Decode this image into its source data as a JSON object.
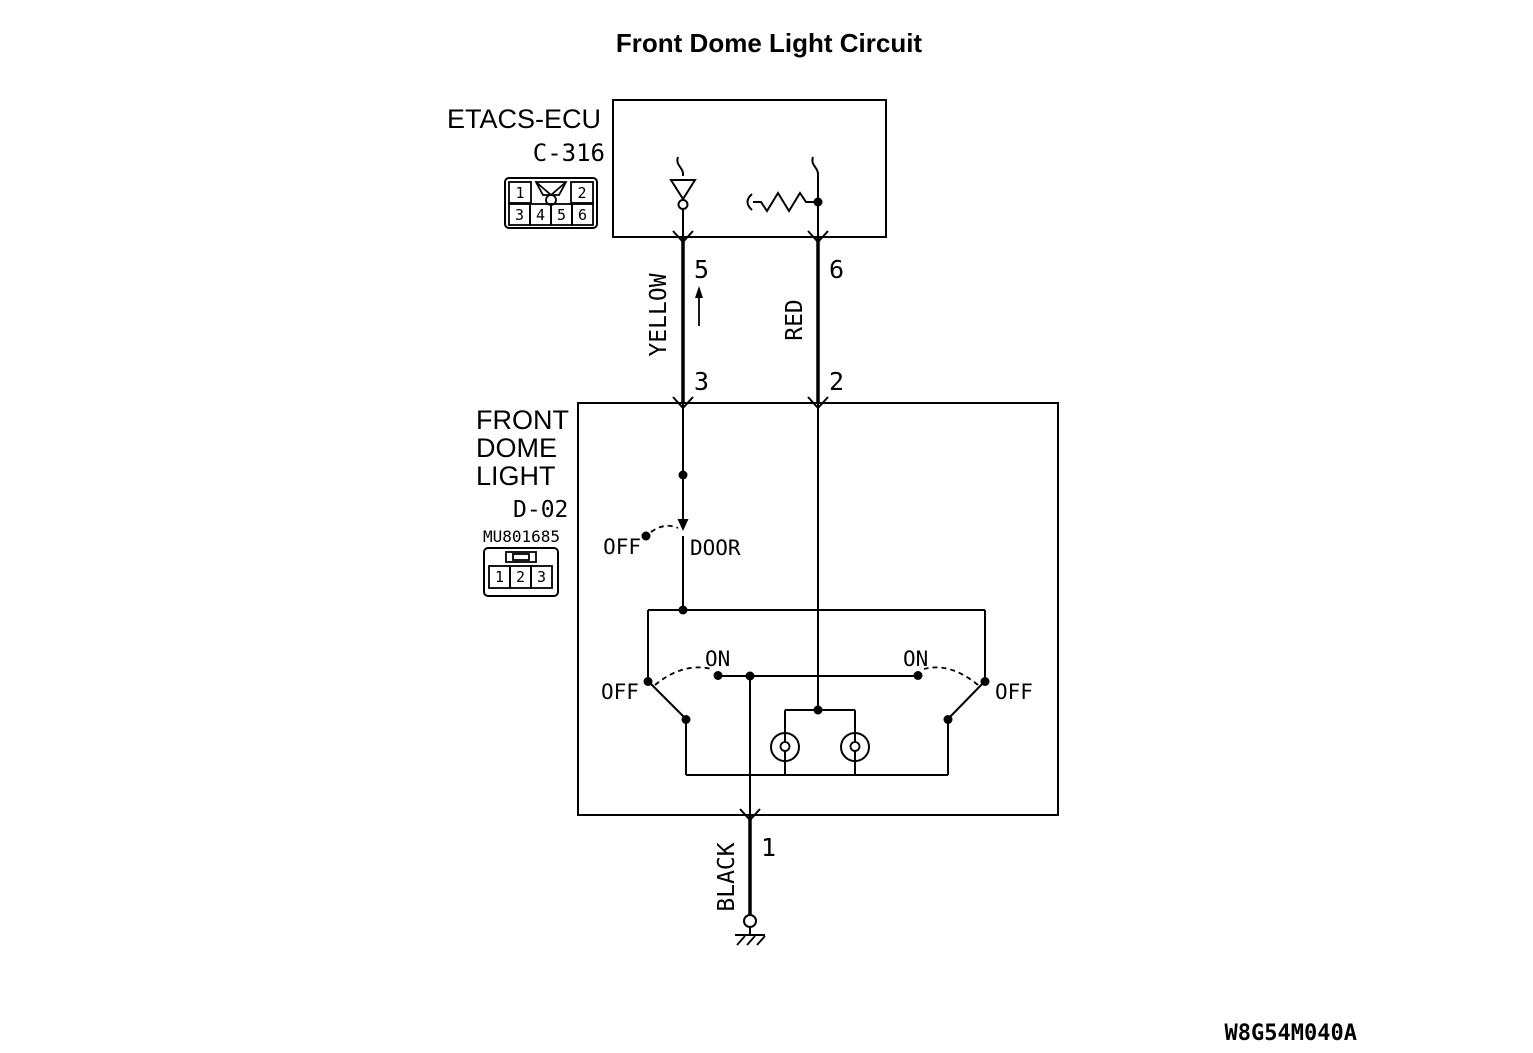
{
  "title": "Front Dome Light Circuit",
  "footer": {
    "code": "W8G54M040A"
  },
  "ecu": {
    "name": "ETACS-ECU",
    "connector_id": "C-316",
    "pins": [
      "1",
      "2",
      "3",
      "4",
      "5",
      "6"
    ]
  },
  "dome": {
    "name_lines": [
      "FRONT",
      "DOME",
      "LIGHT"
    ],
    "connector_id": "D-02",
    "part_number": "MU801685",
    "pins": [
      "1",
      "2",
      "3"
    ]
  },
  "wires": {
    "yellow": {
      "color": "YELLOW",
      "ecu_pin": "5",
      "dome_pin": "3"
    },
    "red": {
      "color": "RED",
      "ecu_pin": "6",
      "dome_pin": "2"
    },
    "black": {
      "color": "BLACK",
      "dome_pin": "1"
    }
  },
  "switches": {
    "door": {
      "off": "OFF",
      "door": "DOOR"
    },
    "left": {
      "on": "ON",
      "off": "OFF"
    },
    "right": {
      "on": "ON",
      "off": "OFF"
    }
  },
  "colors": {
    "line": "#000000",
    "background": "#ffffff"
  }
}
